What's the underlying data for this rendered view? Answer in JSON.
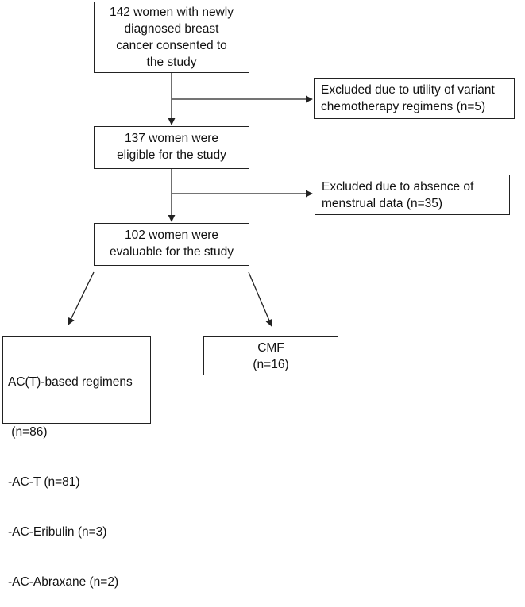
{
  "flowchart": {
    "box_consented": {
      "lines": [
        "142 women with newly",
        "diagnosed breast",
        "cancer consented to",
        "the study"
      ]
    },
    "box_excluded_regimens": {
      "lines": [
        "Excluded due to utility of variant",
        "chemotherapy regimens (n=5)"
      ]
    },
    "box_eligible": {
      "lines": [
        "137 women were",
        "eligible for the study"
      ]
    },
    "box_excluded_menstrual": {
      "lines": [
        "Excluded due to absence of",
        "menstrual data (n=35)"
      ]
    },
    "box_evaluable": {
      "lines": [
        "102 women were",
        "evaluable for the study"
      ]
    },
    "box_ac_regimens": {
      "lines": [
        "AC(T)-based regimens",
        " (n=86)",
        "-AC-T (n=81)",
        "-AC-Eribulin (n=3)",
        "-AC-Abraxane (n=2)"
      ]
    },
    "box_cmf": {
      "lines": [
        "CMF",
        "(n=16)"
      ]
    }
  }
}
